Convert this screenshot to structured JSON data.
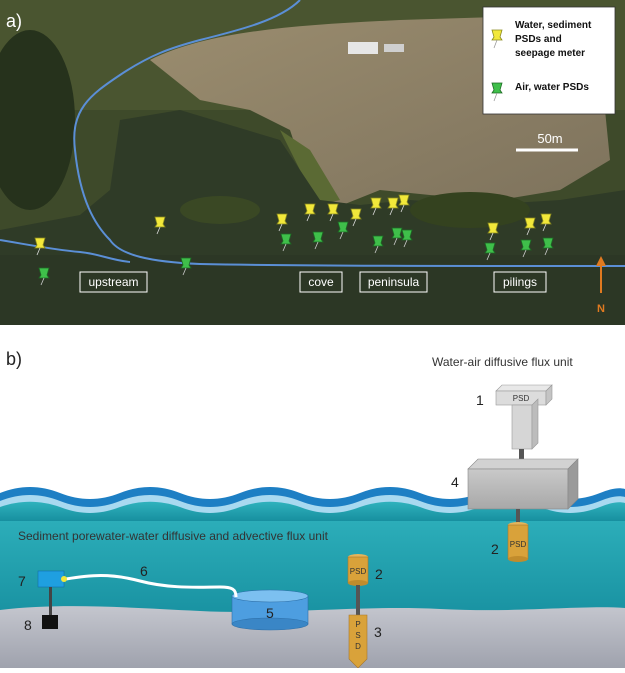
{
  "panel_a": {
    "letter": "a)",
    "legend": {
      "yellow_line1": "Water, sediment",
      "yellow_line2": "PSDs and",
      "yellow_line3": "seepage meter",
      "green_line1": "Air, water PSDs"
    },
    "scale_label": "50m",
    "north_label": "N",
    "sites": {
      "upstream": "upstream",
      "cove": "cove",
      "peninsula": "peninsula",
      "pilings": "pilings"
    },
    "colors": {
      "yellow_pin": "#f2e83a",
      "green_pin": "#3fbf4a",
      "river_line": "#5b8fd6",
      "north_arrow": "#e07a20"
    }
  },
  "panel_b": {
    "letter": "b)",
    "air_unit_title": "Water-air diffusive flux unit",
    "sediment_unit_title": "Sediment porewater-water diffusive and advective flux unit",
    "psd_text": "PSD",
    "psd_vertical": [
      "P",
      "S",
      "D"
    ],
    "numbers": {
      "n1": "1",
      "n2a": "2",
      "n2b": "2",
      "n3": "3",
      "n4": "4",
      "n5": "5",
      "n6": "6",
      "n7": "7",
      "n8": "8"
    },
    "colors": {
      "water": "#2aa8b5",
      "wave": "#1d7fc4",
      "sediment": "#b8bac4",
      "float_box": "#bdbdbd",
      "psd_gold": "#d9a23a",
      "seepage_blue": "#4d9ee0"
    }
  }
}
